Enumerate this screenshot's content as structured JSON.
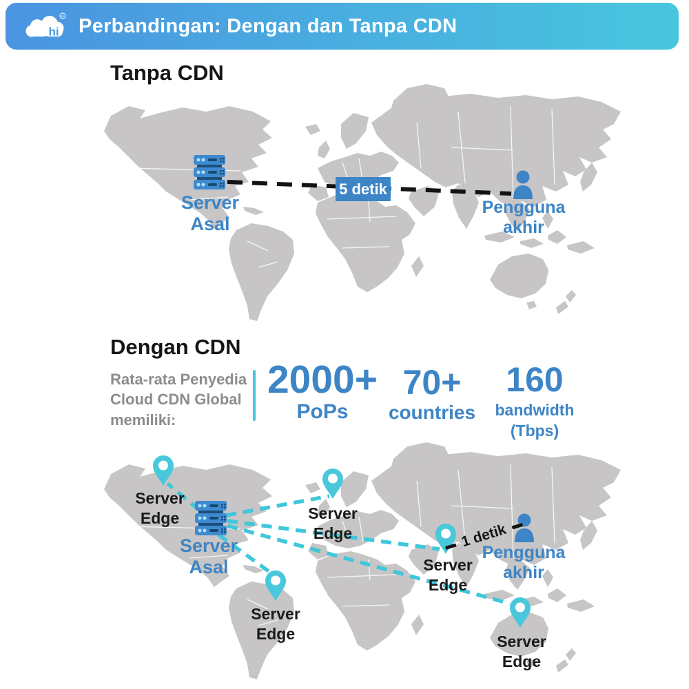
{
  "header": {
    "title": "Perbandingan: Dengan dan Tanpa CDN",
    "logo": {
      "text": "hi",
      "registered": "R"
    }
  },
  "colors": {
    "header_gradient_start": "#4a94e1",
    "header_gradient_end": "#48c6de",
    "map_gray": "#c7c5c5",
    "accent_blue": "#3d85c6",
    "accent_cyan": "#45c7dc",
    "dark_text": "#1a1a1a",
    "gray_text": "#8c8c8c"
  },
  "tanpa_cdn": {
    "heading": "Tanpa CDN",
    "origin_label": "Server\nAsal",
    "latency": "5 detik",
    "user_label": "Pengguna\nakhir"
  },
  "dengan_cdn": {
    "heading": "Dengan CDN",
    "subtitle": "Rata-rata Penyedia\nCloud CDN Global\nmemiliki:",
    "stats": [
      {
        "value": "2000+",
        "label": "PoPs"
      },
      {
        "value": "70+",
        "label": "countries"
      },
      {
        "value": "160",
        "label": "bandwidth\n(Tbps)"
      }
    ],
    "origin_label": "Server\nAsal",
    "latency": "1 detik",
    "user_label": "Pengguna\nakhir",
    "edge_servers": [
      {
        "label": "Server\nEdge"
      },
      {
        "label": "Server\nEdge"
      },
      {
        "label": "Server\nEdge"
      },
      {
        "label": "Server\nEdge"
      },
      {
        "label": "Server\nEdge"
      }
    ]
  }
}
